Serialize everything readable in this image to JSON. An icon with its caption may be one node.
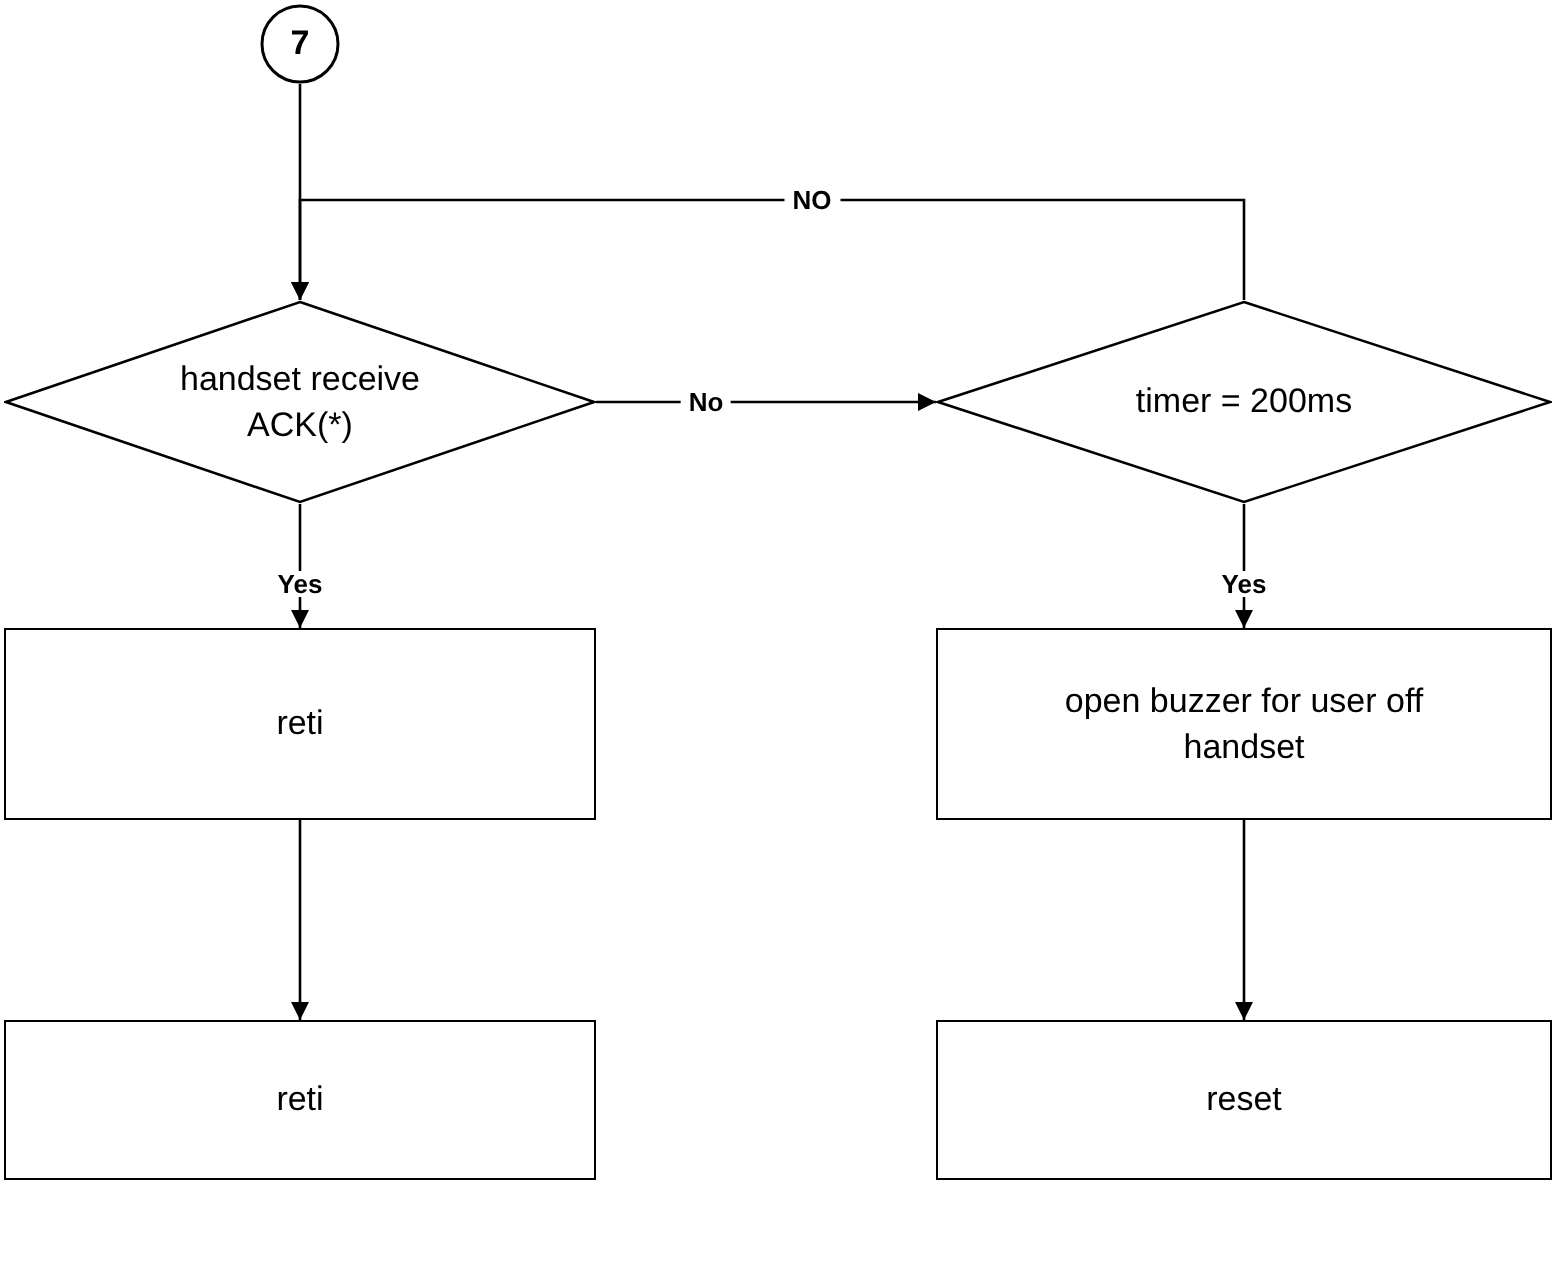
{
  "diagram": {
    "nodes": [
      {
        "text": [
          "7"
        ]
      },
      {
        "text": [
          "handset receive ACK(*)"
        ]
      },
      {
        "text": [
          "timer = 200ms"
        ]
      },
      {
        "text": [
          "reti"
        ]
      },
      {
        "text": [
          "open buzzer for user off handset"
        ]
      },
      {
        "text": [
          "reti"
        ]
      },
      {
        "text": [
          "reset"
        ]
      }
    ],
    "edges": [
      {
        "from": 0,
        "to": 1,
        "arrow": "to"
      },
      {
        "from": 1,
        "to": 2,
        "arrow": "to",
        "label": "No"
      },
      {
        "from": 2,
        "to": 1,
        "arrow": "to",
        "label": "NO"
      },
      {
        "from": 1,
        "to": 3,
        "arrow": "to",
        "label": "Yes"
      },
      {
        "from": 2,
        "to": 4,
        "arrow": "to",
        "label": "Yes"
      },
      {
        "from": 3,
        "to": 5,
        "arrow": "to"
      },
      {
        "from": 4,
        "to": 6,
        "arrow": "to"
      }
    ]
  }
}
